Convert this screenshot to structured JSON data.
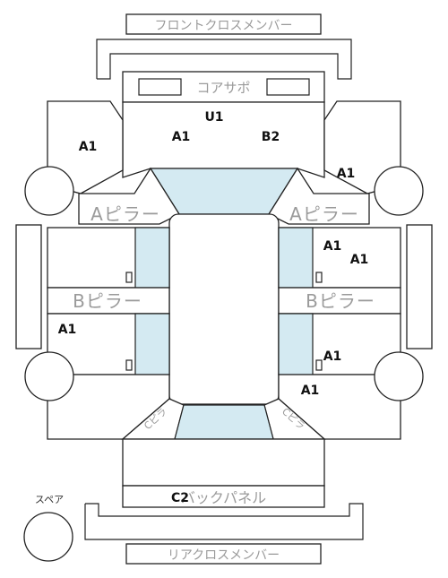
{
  "labels": {
    "front_cross_member": "フロントクロスメンバー",
    "core_support": "コアサポ",
    "a_pillar_left": "Aピラー",
    "a_pillar_right": "Aピラー",
    "b_pillar_left": "Bピラー",
    "b_pillar_right": "Bピラー",
    "c_pillar_left": "Cピラ",
    "c_pillar_right": "Cピラ",
    "back_panel": "バックパネル",
    "rear_cross_member": "リアクロスメンバー",
    "spare": "スペア"
  },
  "damage_codes": {
    "u1": "U1",
    "a1_core_left": "A1",
    "b2_core_right": "B2",
    "a1_front_left_fender": "A1",
    "a1_front_right_fender": "A1",
    "a1_right_front_door_1": "A1",
    "a1_right_front_door_2": "A1",
    "a1_left_rear_door": "A1",
    "a1_right_rear_door": "A1",
    "a1_right_rear_quarter": "A1",
    "c2_back_panel": "C2"
  },
  "colors": {
    "glass": "#d4eaf2",
    "line": "#222222",
    "label_grey": "#9a9a9a",
    "code_text": "#111111"
  }
}
